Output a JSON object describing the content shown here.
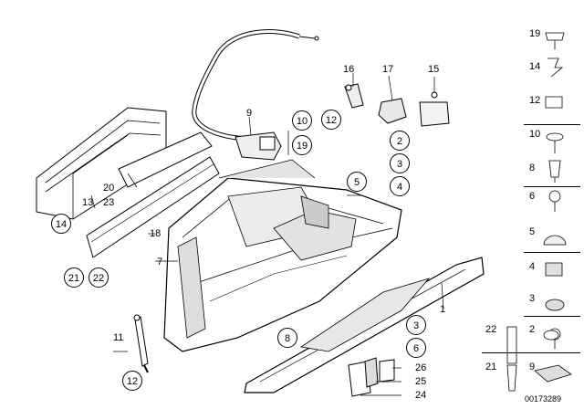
{
  "callouts": {
    "n1": "1",
    "n2": "2",
    "n3": "3",
    "n4": "4",
    "n5": "5",
    "n6": "6",
    "n7": "7",
    "n8": "8",
    "n9": "9",
    "n10": "10",
    "n11": "11",
    "n12": "12",
    "n13": "13",
    "n14": "14",
    "n15": "15",
    "n16": "16",
    "n17": "17",
    "n18": "18",
    "n19": "19",
    "n20": "20",
    "n21": "21",
    "n22": "22",
    "n23": "23",
    "n24": "24",
    "n25": "25",
    "n26": "26"
  },
  "sidebar": {
    "items": [
      "19",
      "14",
      "12",
      "10",
      "8",
      "6",
      "5",
      "4",
      "3",
      "2"
    ],
    "bottom_pair_a": [
      "22",
      "2"
    ],
    "bottom_pair_b": [
      "21",
      "9"
    ]
  },
  "image_number": "00173289",
  "colors": {
    "line": "#000000",
    "fill": "#ffffff",
    "shade": "#d9d9d9"
  }
}
